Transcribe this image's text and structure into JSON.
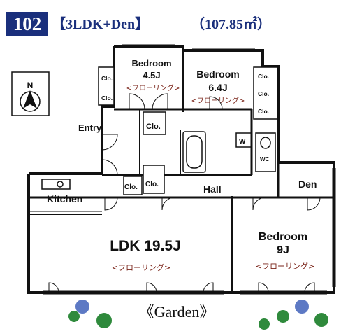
{
  "header": {
    "unit_number": "102",
    "layout_type": "【3LDK+Den】",
    "area": "（107.85㎡）"
  },
  "compass": {
    "label": "N"
  },
  "rooms": {
    "bedroom_a_name": "Bedroom",
    "bedroom_a_size": "4.5J",
    "bedroom_a_floor": "<フローリング>",
    "bedroom_b_name": "Bedroom",
    "bedroom_b_size": "6.4J",
    "bedroom_b_floor": "<フローリング>",
    "bedroom_c_name": "Bedroom",
    "bedroom_c_size": "9J",
    "bedroom_c_floor": "<フローリング>",
    "ldk_name": "LDK 19.5J",
    "ldk_floor": "<フローリング>",
    "entry": "Entry",
    "kitchen": "Kitchen",
    "hall": "Hall",
    "den": "Den",
    "wc": "WC",
    "washer": "W"
  },
  "closets": {
    "label": "Clo."
  },
  "garden": "《Garden》",
  "colors": {
    "header_badge": "#1a2f7c",
    "header_text": "#1a2f7c",
    "flooring_text": "#7a2318",
    "wall": "#111111",
    "plant_blue": "#5d79c4",
    "plant_green": "#2f8a3c"
  }
}
